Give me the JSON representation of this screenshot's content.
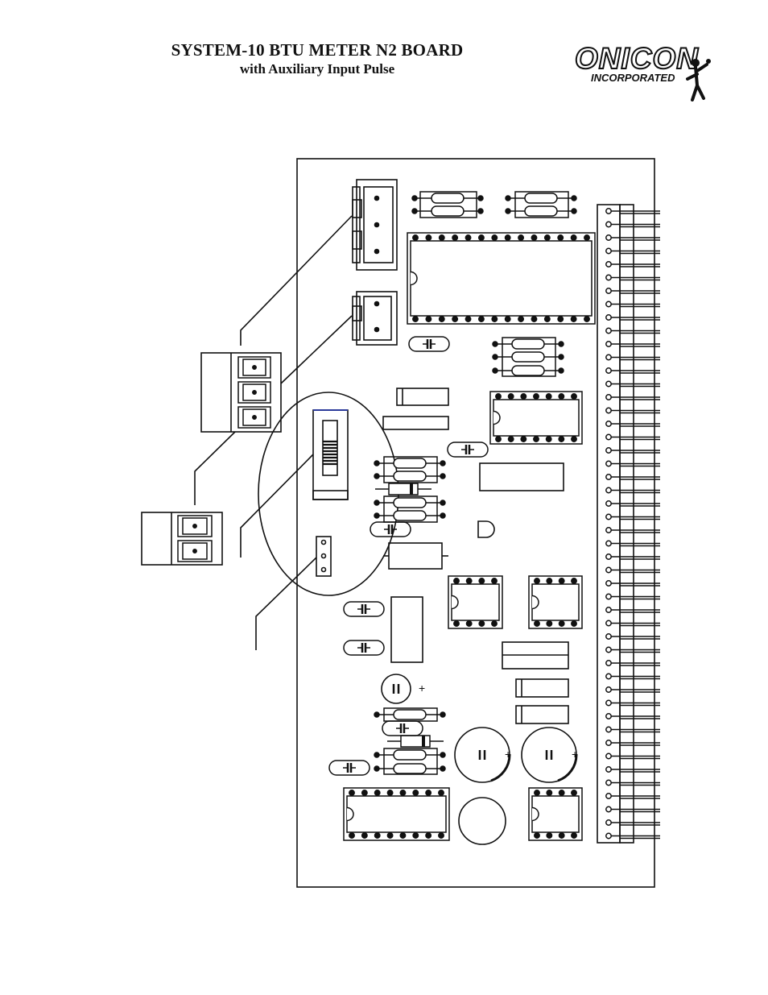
{
  "header": {
    "title": "SYSTEM-10 BTU METER N2 BOARD",
    "subtitle": "with Auxiliary Input Pulse"
  },
  "logo": {
    "name": "ONICON",
    "tagline": "INCORPORATED",
    "icon": "figure-with-flag-icon"
  },
  "diagram": {
    "type": "circuit-board-layout",
    "edge_connector_pins": 48,
    "terminal_blocks": [
      {
        "id": "terminal-block-3-position",
        "positions": 3
      },
      {
        "id": "terminal-block-2-position",
        "positions": 2
      }
    ],
    "highlighted_area": "dip-switch-and-jumper"
  }
}
